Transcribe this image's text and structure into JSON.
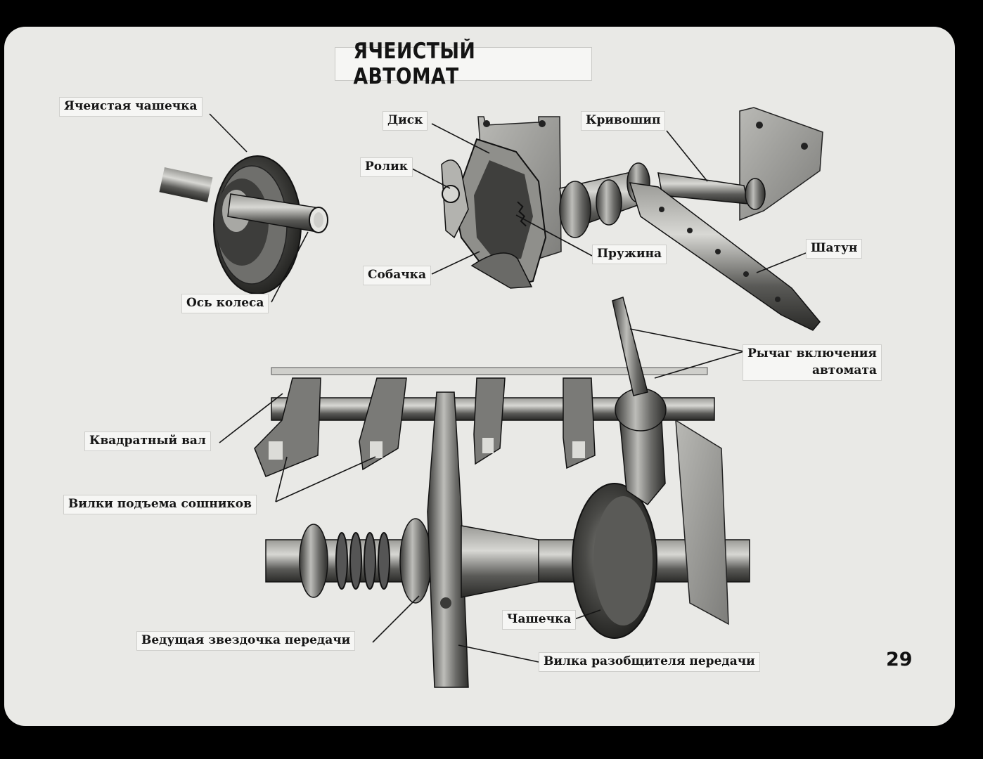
{
  "title": "ЯЧЕИСТЫЙ АВТОМАТ",
  "labels": {
    "cell_cup": "Ячеистая чашечка",
    "wheel_axle": "Ось колеса",
    "disk": "Диск",
    "roller": "Ролик",
    "pawl": "Собачка",
    "spring": "Пружина",
    "crank": "Кривошип",
    "connecting_rod": "Шатун",
    "lever_line1": "Рычаг включения",
    "lever_line2": "автомата",
    "square_shaft": "Квадратный вал",
    "coulter_forks": "Вилки подъема сошников",
    "cup": "Чашечка",
    "drive_sprocket": "Ведущая звездочка передачи",
    "disengager_fork": "Вилка разобщителя передачи"
  },
  "page_number": "29"
}
